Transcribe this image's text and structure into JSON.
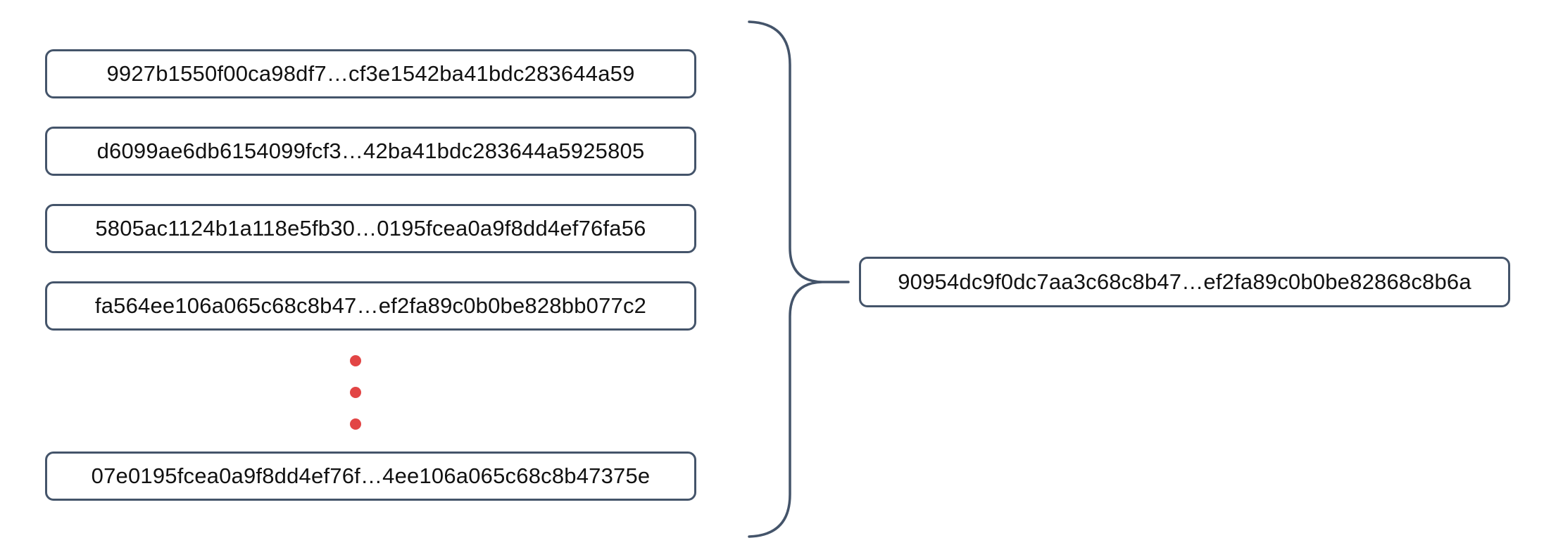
{
  "diagram": {
    "inputs": [
      "9927b1550f00ca98df7…cf3e1542ba41bdc283644a59",
      "d6099ae6db6154099fcf3…42ba41bdc283644a5925805",
      "5805ac1124b1a118e5fb30…0195fcea0a9f8dd4ef76fa56",
      "fa564ee106a065c68c8b47…ef2fa89c0b0be828bb077c2",
      "07e0195fcea0a9f8dd4ef76f…4ee106a065c68c8b47375e"
    ],
    "output": "90954dc9f0dc7aa3c68c8b47…ef2fa89c0b0be82868c8b6a",
    "colors": {
      "box_border": "#44546A",
      "brace": "#44546A",
      "ellipsis_dots": "#E24545",
      "text": "#111111",
      "background": "#FFFFFF"
    }
  }
}
